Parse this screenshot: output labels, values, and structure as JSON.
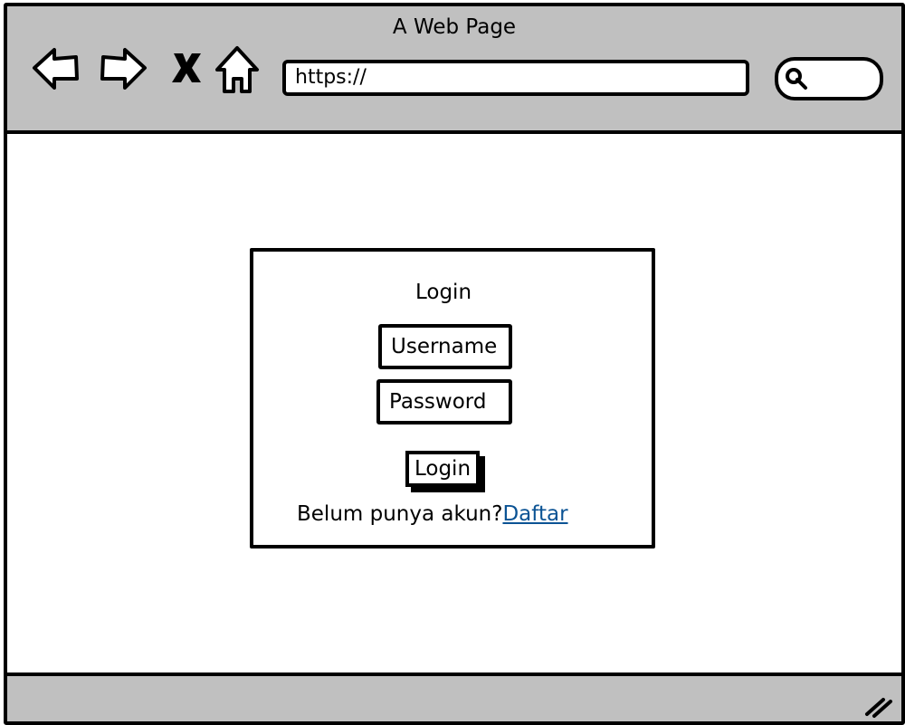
{
  "window": {
    "title": "A Web Page"
  },
  "toolbar": {
    "icons": {
      "back": "back-arrow-icon",
      "forward": "forward-arrow-icon",
      "stop": "close-icon",
      "home": "home-icon",
      "search": "search-icon"
    },
    "url_value": "https://",
    "search_value": ""
  },
  "login": {
    "title": "Login",
    "username_placeholder": "Username",
    "password_placeholder": "Password",
    "button_label": "Login",
    "signup_prompt": "Belum punya akun?",
    "signup_link": "Daftar"
  },
  "colors": {
    "chrome": "#c0c0c0",
    "link": "#0b5394",
    "background": "#ffffff"
  },
  "statusbar": {
    "resize_icon": "resize-grip-icon"
  }
}
